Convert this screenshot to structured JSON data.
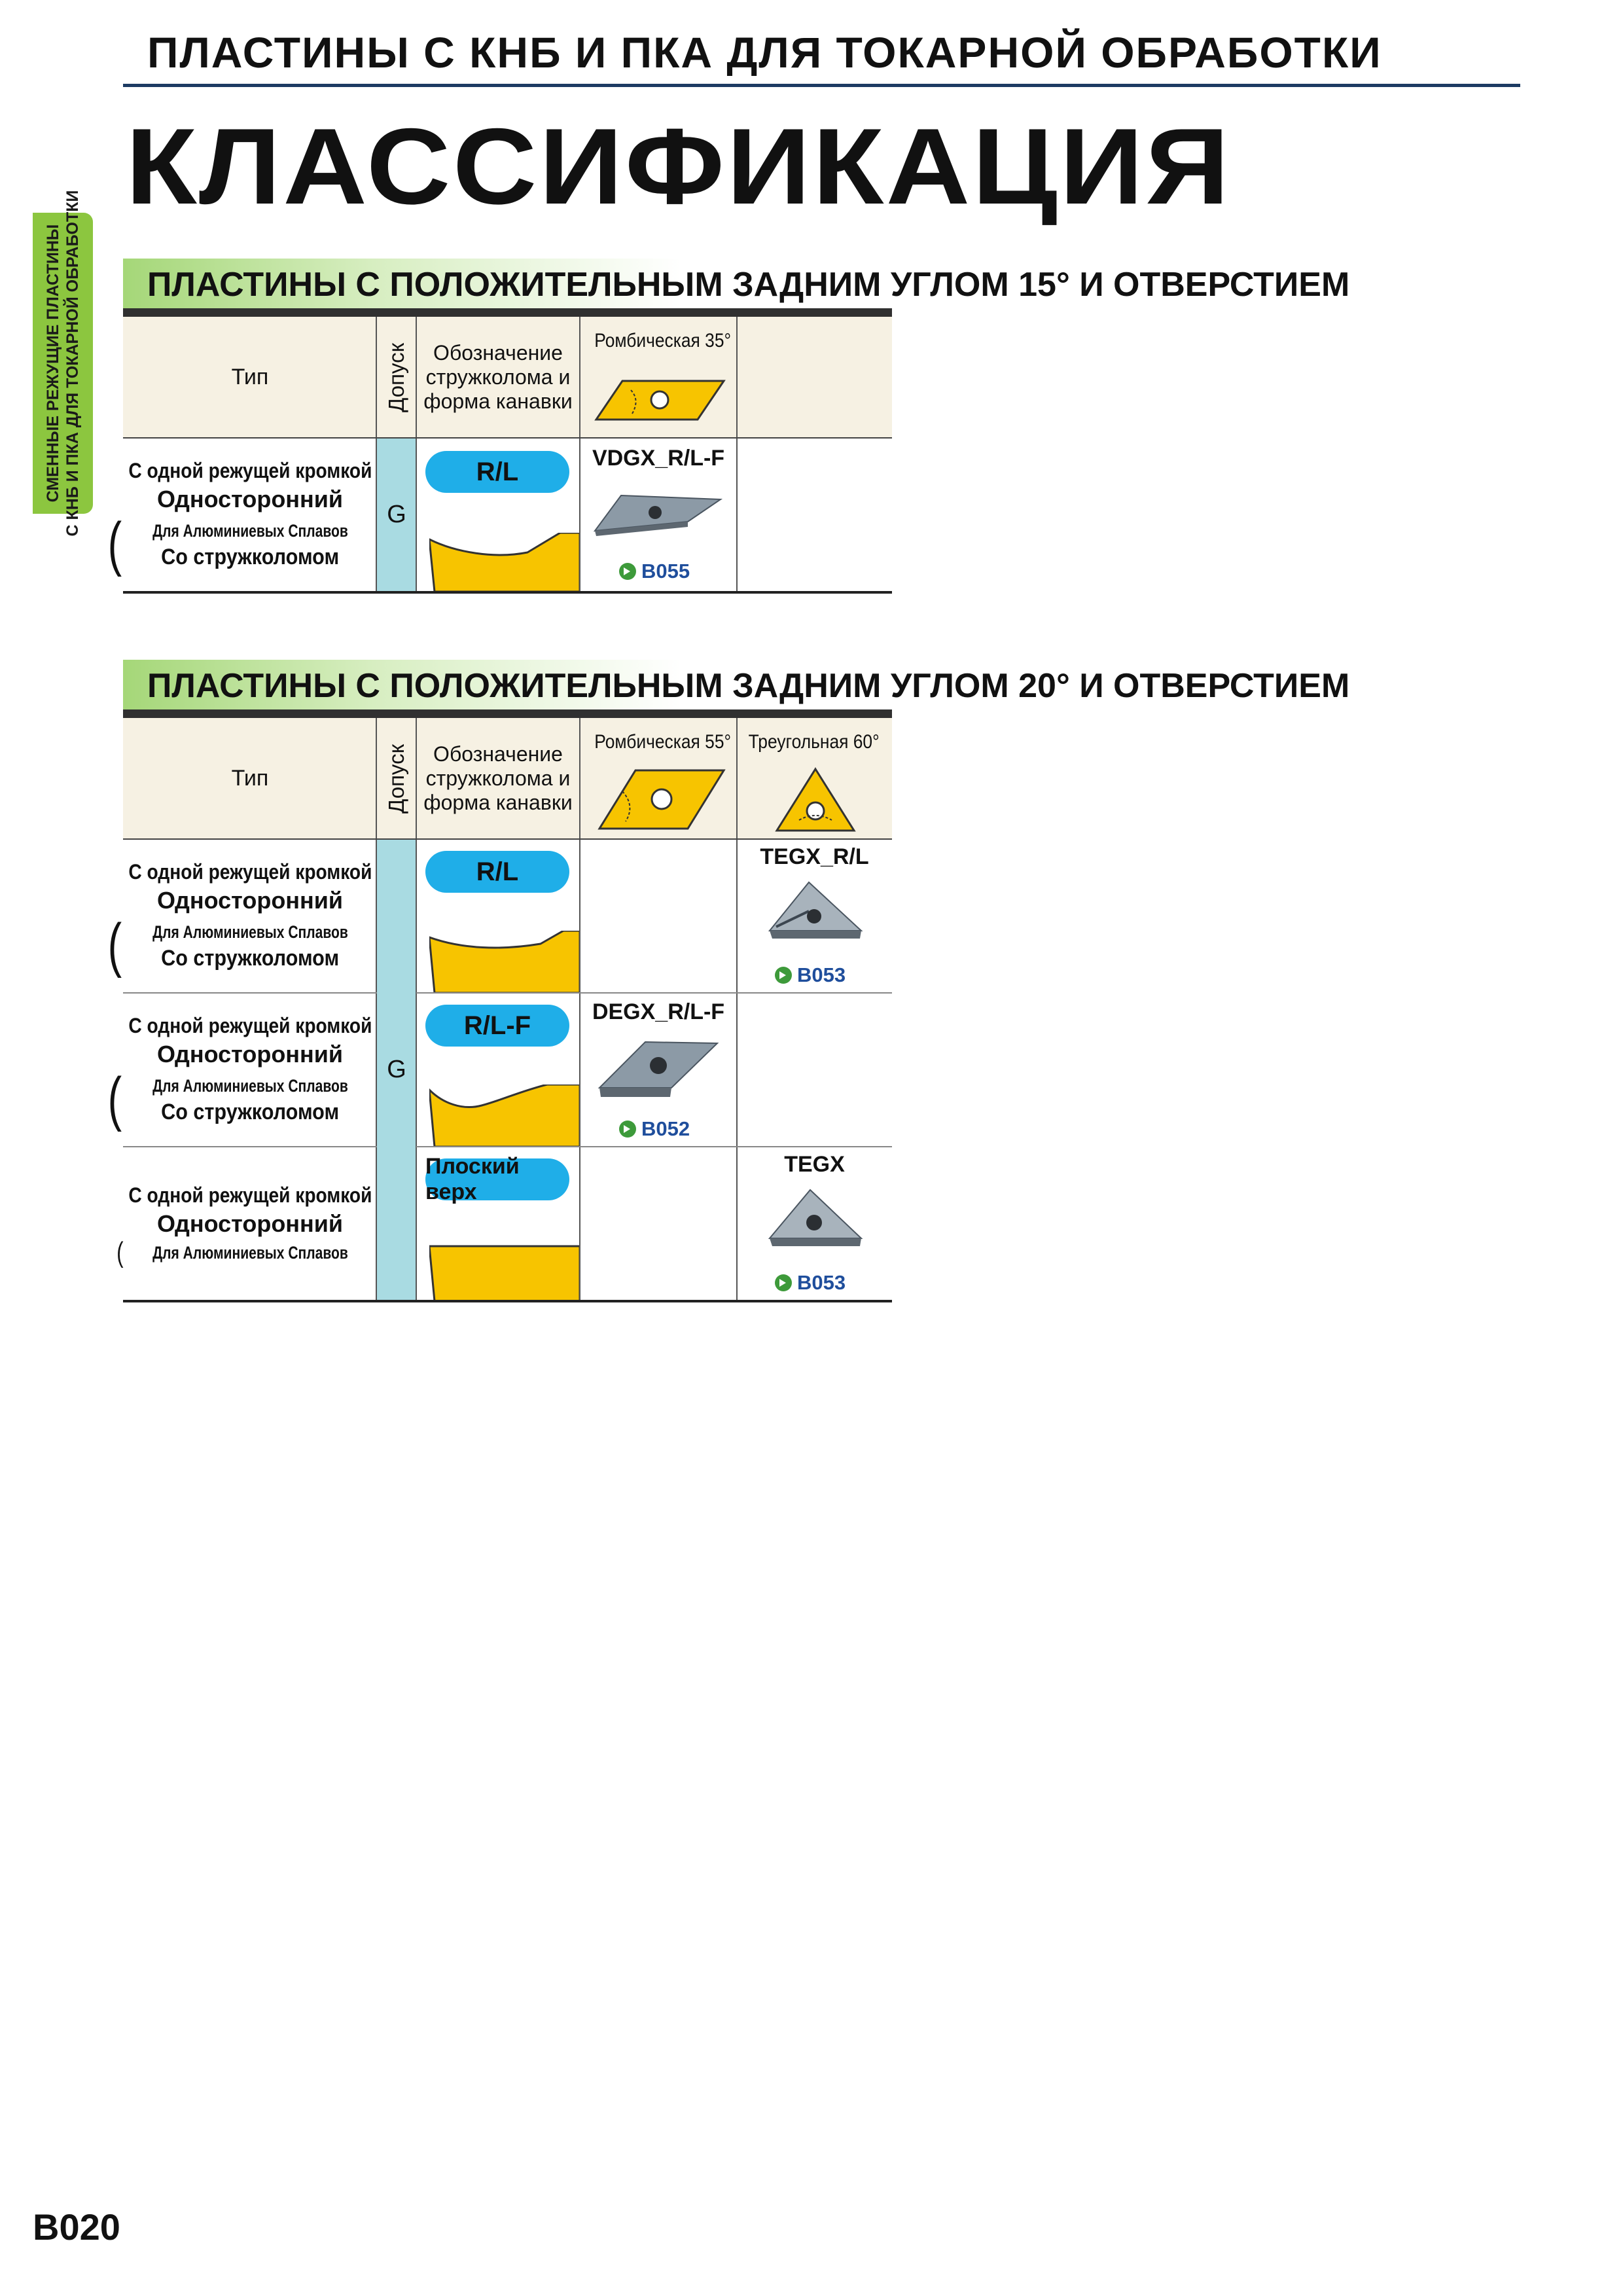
{
  "header": {
    "top_title": "ПЛАСТИНЫ С КНБ И ПКА ДЛЯ ТОКАРНОЙ ОБРАБОТКИ",
    "main_title": "КЛАССИФИКАЦИЯ"
  },
  "side_tab": {
    "line1": "СМЕННЫЕ РЕЖУЩИЕ ПЛАСТИНЫ",
    "line2": "С КНБ И ПКА ДЛЯ ТОКАРНОЙ ОБРАБОТКИ"
  },
  "columns": {
    "type": "Тип",
    "tolerance": "Допуск",
    "designation": [
      "Обозначение",
      "стружколома и",
      "форма канавки"
    ]
  },
  "section1": {
    "title": "ПЛАСТИНЫ С ПОЛОЖИТЕЛЬНЫМ ЗАДНИМ УГЛОМ 15° И ОТВЕРСТИЕМ",
    "shape1": "Ромбическая 35°",
    "tolerance_value": "G",
    "row1": {
      "l1": "С одной режущей кромкой",
      "l2": "Односторонний",
      "l3": "Для Алюминиевых Сплавов",
      "l4": "Со стружколомом",
      "breaker": "R/L",
      "code": "VDGX_R/L-F",
      "page": "B055"
    }
  },
  "section2": {
    "title": "ПЛАСТИНЫ С ПОЛОЖИТЕЛЬНЫМ ЗАДНИМ УГЛОМ 20° И ОТВЕРСТИЕМ",
    "shape1": "Ромбическая 55°",
    "shape2": "Треугольная 60°",
    "tolerance_value": "G",
    "row1": {
      "l1": "С одной режущей кромкой",
      "l2": "Односторонний",
      "l3": "Для Алюминиевых Сплавов",
      "l4": "Со стружколомом",
      "breaker": "R/L",
      "code": "TEGX_R/L",
      "page": "B053"
    },
    "row2": {
      "l1": "С одной режущей кромкой",
      "l2": "Односторонний",
      "l3": "Для Алюминиевых Сплавов",
      "l4": "Со стружколомом",
      "breaker": "R/L-F",
      "code": "DEGX_R/L-F",
      "page": "B052"
    },
    "row3": {
      "l1": "С одной режущей кромкой",
      "l2": "Односторонний",
      "l3": "Для Алюминиевых Сплавов",
      "breaker": "Плоский верх",
      "code": "TEGX",
      "page": "B053"
    }
  },
  "footer": {
    "page_number": "B020"
  },
  "colors": {
    "accent_blue": "#1faee8",
    "tolerance_cyan": "#a9dbe2",
    "header_beige": "#f6f1e3",
    "insert_yellow": "#f7c400",
    "green_tab": "#8cc63f",
    "ref_blue": "#1f4e9c"
  }
}
